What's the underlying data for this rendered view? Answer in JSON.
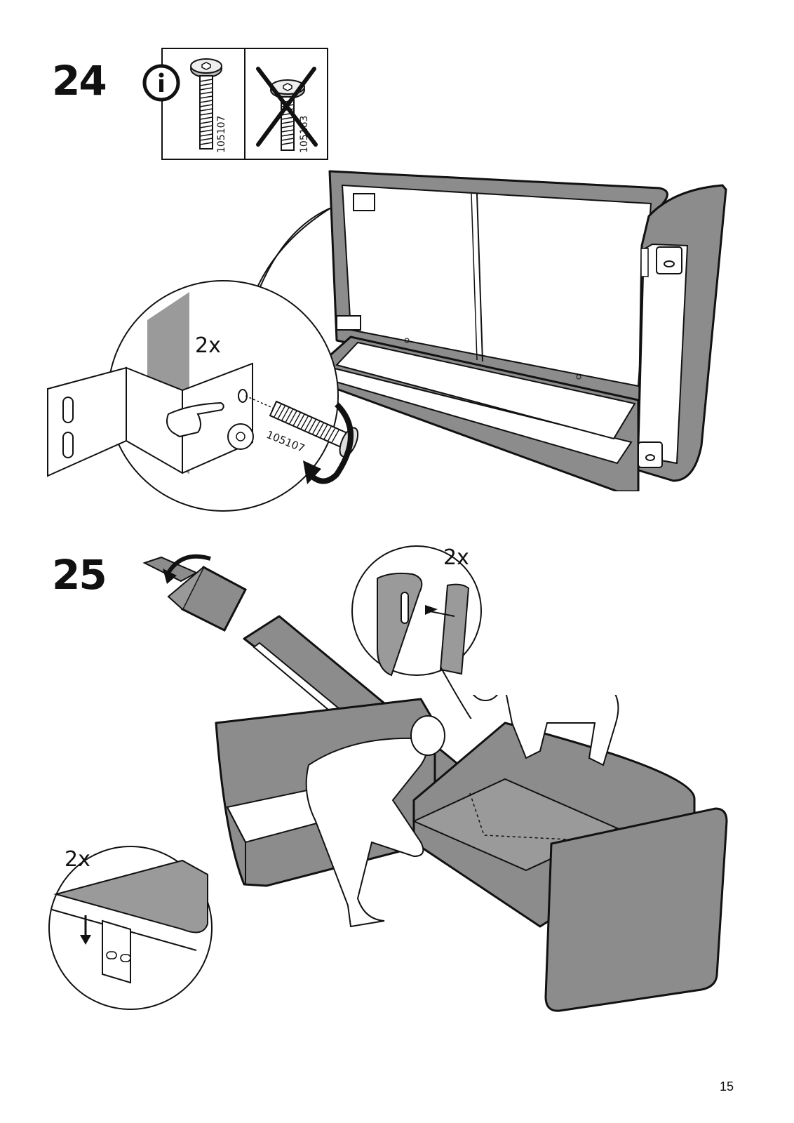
{
  "page": {
    "number": "15"
  },
  "step_24": {
    "number": "24",
    "info_icon": "info-icon",
    "correct_screw": {
      "part_no": "105107",
      "icon": "screw-icon"
    },
    "wrong_screw": {
      "part_no": "105163",
      "icon": "crossed-screw-icon"
    },
    "detail": {
      "quantity": "2x",
      "part_no": "105107"
    }
  },
  "step_25": {
    "number": "25",
    "detail_top": {
      "quantity": "2x"
    },
    "detail_bottom": {
      "quantity": "2x"
    }
  },
  "colors": {
    "upholstery": "#9a9a9a",
    "line": "#1a1a1a",
    "paper": "#ffffff"
  }
}
